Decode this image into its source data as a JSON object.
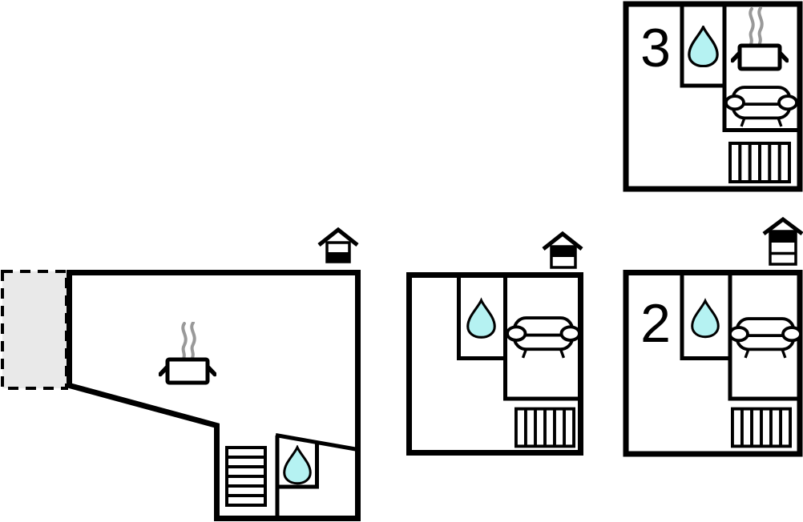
{
  "diagram": {
    "kind": "vacation-home-floor-plans",
    "background": "#ffffff"
  },
  "colors": {
    "outline": "#000000",
    "water_drop_fill": "#b5f2f2",
    "steam_stroke": "#999999",
    "terrace_fill": "#e9e9e9",
    "room_fill": "#ffffff"
  },
  "plans": {
    "ground_floor": {
      "label": "",
      "features": [
        "terrace-dashed-area",
        "steam-icon",
        "cooking-pot-icon",
        "stairs-icon",
        "water-drop-icon",
        "house-level-icon-lower-highlighted"
      ]
    },
    "upper_floor_middle": {
      "label": "",
      "features": [
        "water-drop-icon",
        "sofa-icon",
        "stairs-icon",
        "house-level-icon-upper-highlighted"
      ]
    },
    "unit_2": {
      "label": "2",
      "features": [
        "water-drop-icon",
        "sofa-icon",
        "stairs-icon",
        "house-level-icon-top-of-three-highlighted"
      ]
    },
    "unit_3": {
      "label": "3",
      "features": [
        "water-drop-icon",
        "steam-icon",
        "cooking-pot-icon",
        "sofa-icon",
        "stairs-icon"
      ]
    }
  }
}
